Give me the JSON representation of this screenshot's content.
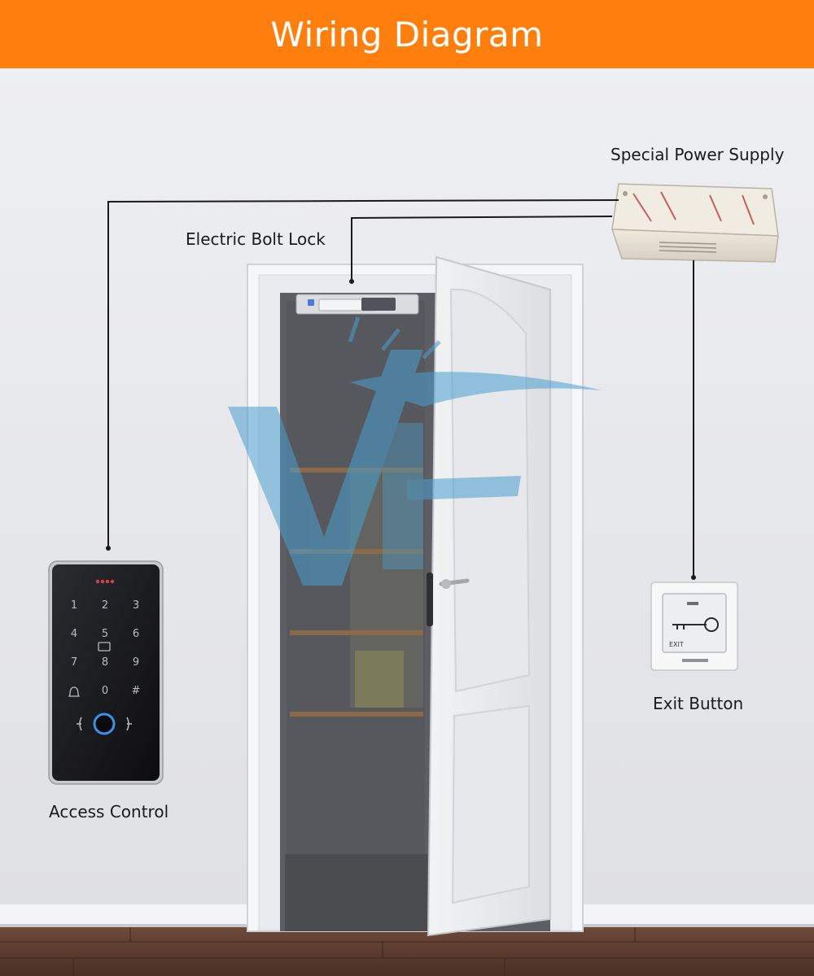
{
  "title": "Wiring Diagram",
  "colors": {
    "banner": "#FF7F0E",
    "wall": "#E7E8EC",
    "wire": "#1A1A1A",
    "watermark": "#4A9FD0"
  },
  "watermark_text": "VF",
  "components": {
    "power_supply": {
      "label": "Special Power Supply",
      "icon": "power-supply-box"
    },
    "bolt_lock": {
      "label": "Electric Bolt Lock",
      "icon": "electric-bolt-lock"
    },
    "exit_button": {
      "label": "Exit Button",
      "icon": "exit-button-plate",
      "face_text": "EXIT"
    },
    "access_control": {
      "label": "Access Control",
      "icon": "keypad-reader",
      "keys": [
        "1",
        "2",
        "3",
        "4",
        "5",
        "6",
        "7",
        "8",
        "9",
        "bell",
        "0",
        "#"
      ]
    }
  }
}
